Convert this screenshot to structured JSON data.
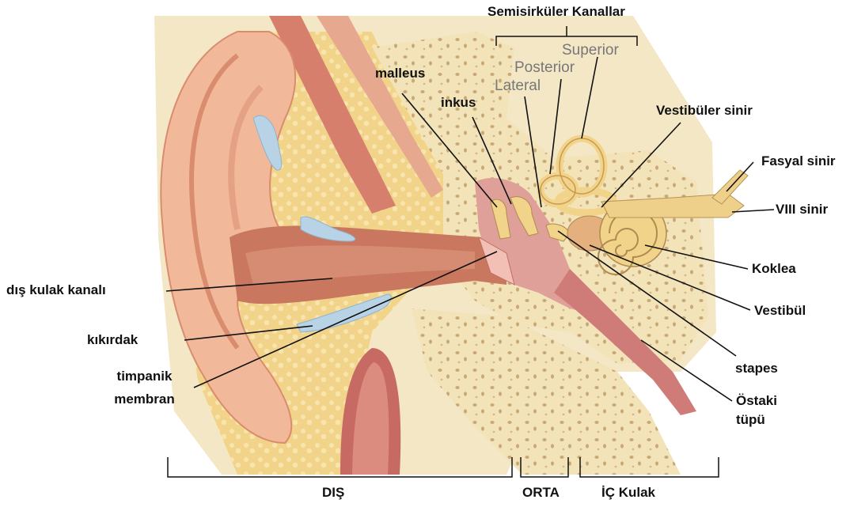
{
  "labels": {
    "semisirkuler": "Semisirküler Kanallar",
    "superior": "Superior",
    "posterior": "Posterior",
    "lateral": "Lateral",
    "malleus": "malleus",
    "inkus": "inkus",
    "vestibuler_sinir": "Vestibüler sinir",
    "fasyal_sinir": "Fasyal sinir",
    "viii_sinir": "VIII sinir",
    "koklea": "Koklea",
    "vestibul": "Vestibül",
    "stapes": "stapes",
    "ostaki_line1": "Östaki",
    "ostaki_line2": "tüpü",
    "dis_kulak_kanali": "dış kulak kanalı",
    "kikirdak": "kıkırdak",
    "timpanik_line1": "timpanik",
    "timpanik_line2": "membran"
  },
  "regions": {
    "dis": "DIŞ",
    "orta": "ORTA",
    "ic": "İÇ Kulak"
  },
  "colors": {
    "skin": "#f2b89a",
    "skin_dark": "#d98c6e",
    "bone": "#f3e3b8",
    "bone_pore": "#c9a878",
    "canal": "#c9775f",
    "cartilage_blue": "#b9d3e6",
    "middle_ear": "#e0a09a",
    "nerve": "#efd08a"
  }
}
